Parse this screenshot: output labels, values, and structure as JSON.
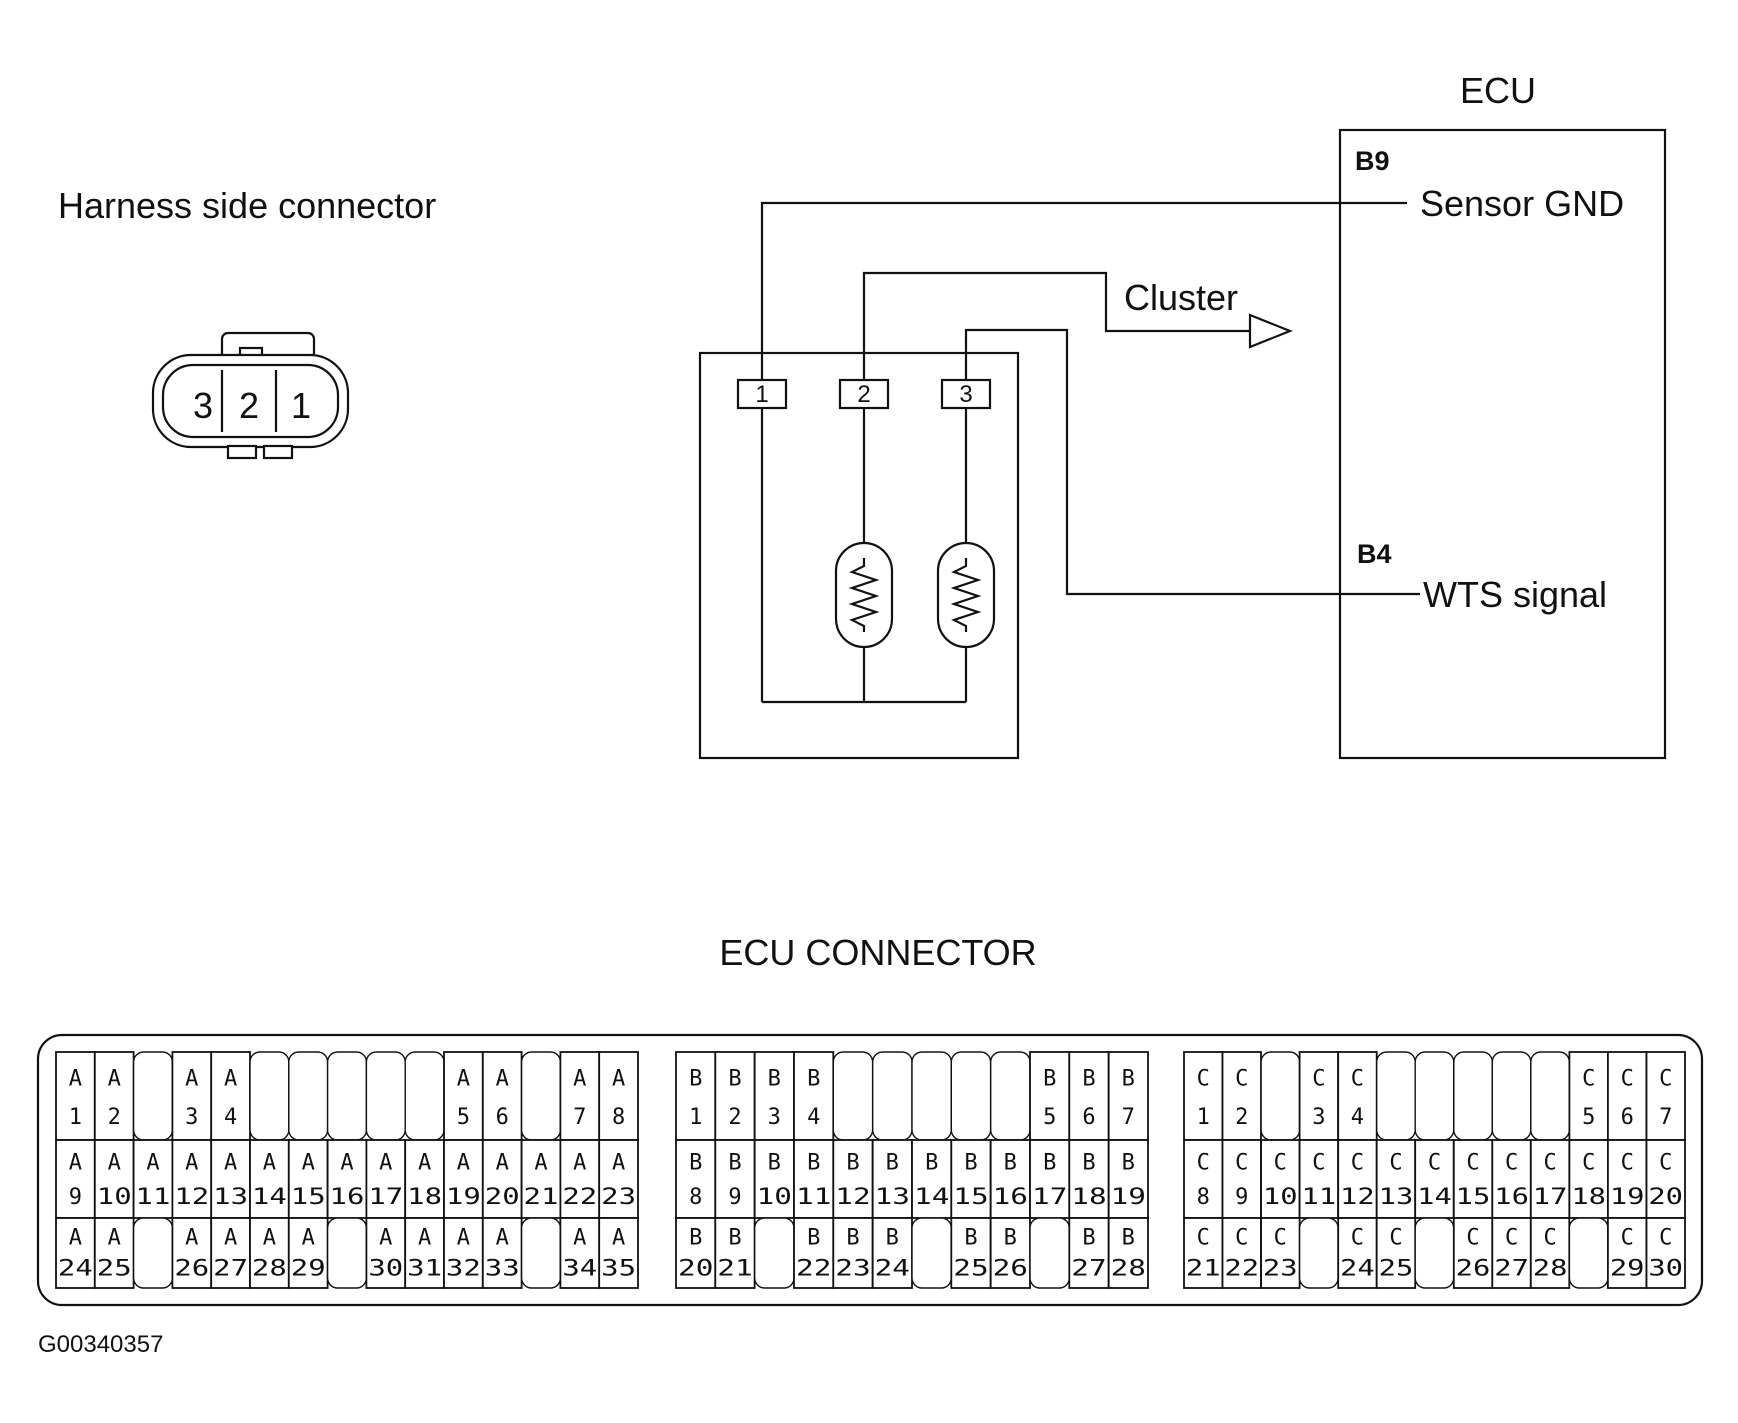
{
  "harness": {
    "title": "Harness side connector",
    "pins": [
      "3",
      "2",
      "1"
    ]
  },
  "sensor": {
    "pins": [
      "1",
      "2",
      "3"
    ]
  },
  "ecu": {
    "title": "ECU",
    "b9_pin": "B9",
    "b9_label": "Sensor GND",
    "b4_pin": "B4",
    "b4_label": "WTS signal"
  },
  "cluster_label": "Cluster",
  "connector": {
    "title": "ECU CONNECTOR",
    "blocks": [
      {
        "id": "A",
        "rows": [
          [
            "A 1",
            "A 2",
            "",
            "A 3",
            "A 4",
            "",
            "",
            "",
            "",
            "",
            "A 5",
            "A 6",
            "",
            "A 7",
            "A 8"
          ],
          [
            "A 9",
            "A 10",
            "A 11",
            "A 12",
            "A 13",
            "A 14",
            "A 15",
            "A 16",
            "A 17",
            "A 18",
            "A 19",
            "A 20",
            "A 21",
            "A 22",
            "A 23"
          ],
          [
            "A 24",
            "A 25",
            "",
            "A 26",
            "A 27",
            "A 28",
            "A 29",
            "",
            "A 30",
            "A 31",
            "A 32",
            "A 33",
            "",
            "A 34",
            "A 35"
          ]
        ]
      },
      {
        "id": "B",
        "rows": [
          [
            "B 1",
            "B 2",
            "B 3",
            "B 4",
            "",
            "",
            "",
            "",
            "",
            "B 5",
            "B 6",
            "B 7"
          ],
          [
            "B 8",
            "B 9",
            "B 10",
            "B 11",
            "B 12",
            "B 13",
            "B 14",
            "B 15",
            "B 16",
            "B 17",
            "B 18",
            "B 19"
          ],
          [
            "B 20",
            "B 21",
            "",
            "B 22",
            "B 23",
            "B 24",
            "",
            "B 25",
            "B 26",
            "",
            "B 27",
            "B 28"
          ]
        ]
      },
      {
        "id": "C",
        "rows": [
          [
            "C 1",
            "C 2",
            "",
            "C 3",
            "C 4",
            "",
            "",
            "",
            "",
            "",
            "C 5",
            "C 6",
            "C 7"
          ],
          [
            "C 8",
            "C 9",
            "C 10",
            "C 11",
            "C 12",
            "C 13",
            "C 14",
            "C 15",
            "C 16",
            "C 17",
            "C 18",
            "C 19",
            "C 20"
          ],
          [
            "C 21",
            "C 22",
            "C 23",
            "",
            "C 24",
            "C 25",
            "",
            "C 26",
            "C 27",
            "C 28",
            "",
            "C 29",
            "C 30"
          ]
        ]
      }
    ]
  },
  "figure_id": "G00340357"
}
